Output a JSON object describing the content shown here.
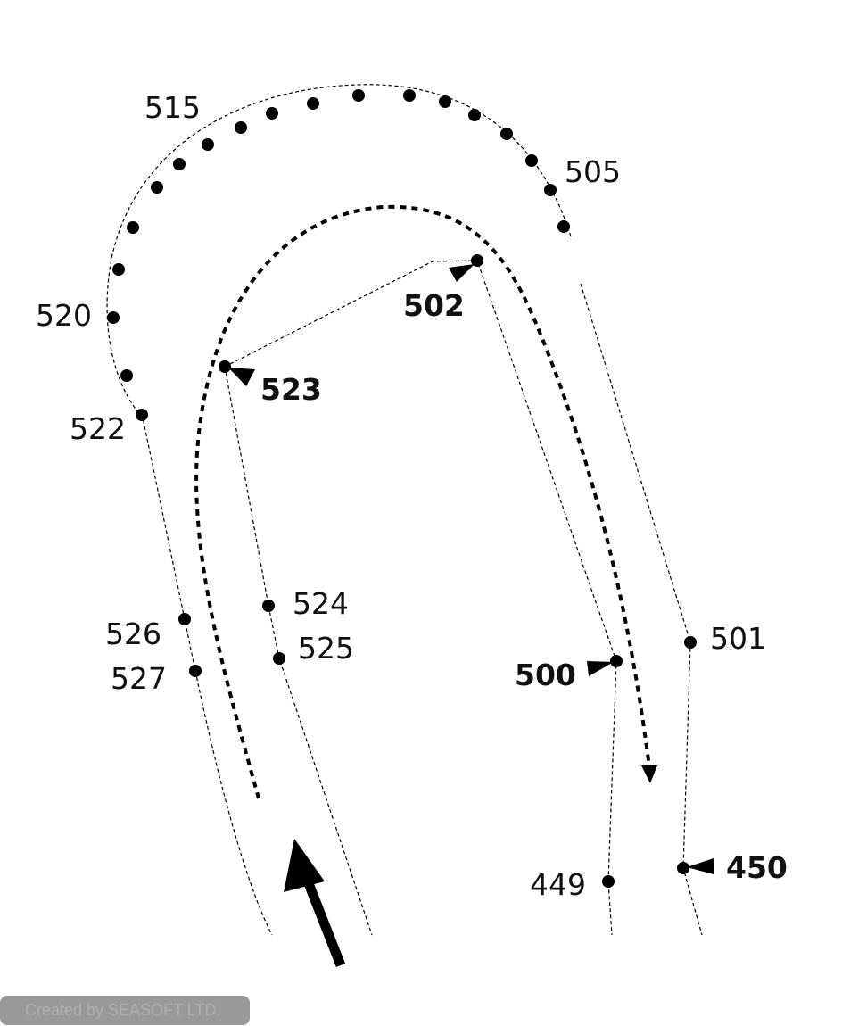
{
  "diagram": {
    "labels": {
      "m505": "505",
      "m515": "515",
      "m520": "520",
      "m522": "522",
      "m523": "523",
      "m502": "502",
      "m524": "524",
      "m525": "525",
      "m526": "526",
      "m527": "527",
      "m500": "500",
      "m501": "501",
      "m449": "449",
      "m450": "450"
    },
    "ink_color": "#000000"
  },
  "footer": {
    "credit": "Created by SEASOFT LTD."
  }
}
